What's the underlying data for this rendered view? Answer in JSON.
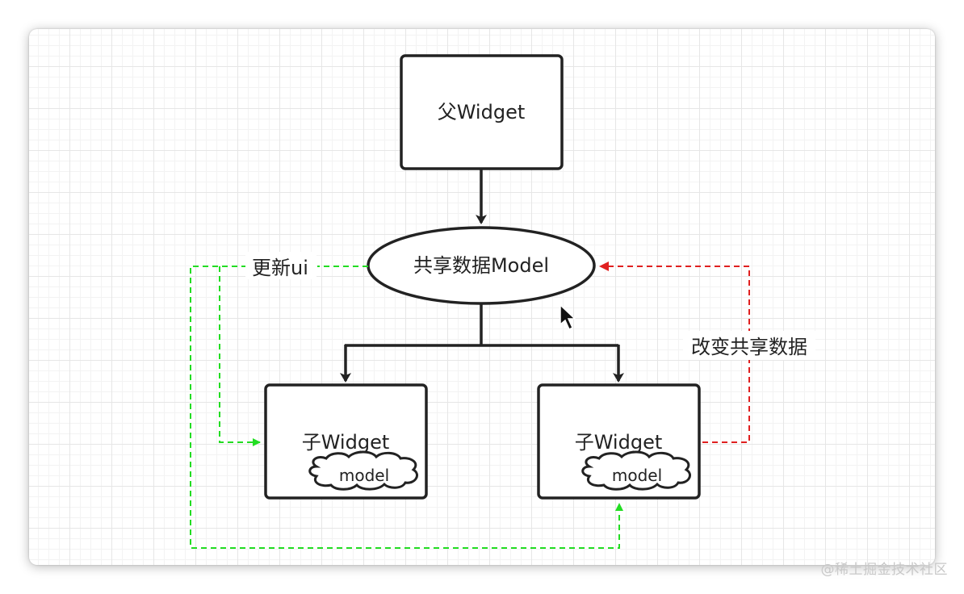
{
  "nodes": {
    "parent_widget": "父Widget",
    "shared_model": "共享数据Model",
    "child_widget_left": "子Widget",
    "child_widget_right": "子Widget",
    "model_tag_left": "model",
    "model_tag_right": "model"
  },
  "edge_labels": {
    "update_ui": "更新ui",
    "change_shared_data": "改变共享数据"
  },
  "watermark": "@稀土掘金技术社区",
  "colors": {
    "update_ui_edge": "#22dd22",
    "change_data_edge": "#e02020",
    "node_stroke": "#222222"
  },
  "icons": {
    "cursor": "mouse-pointer-icon"
  }
}
